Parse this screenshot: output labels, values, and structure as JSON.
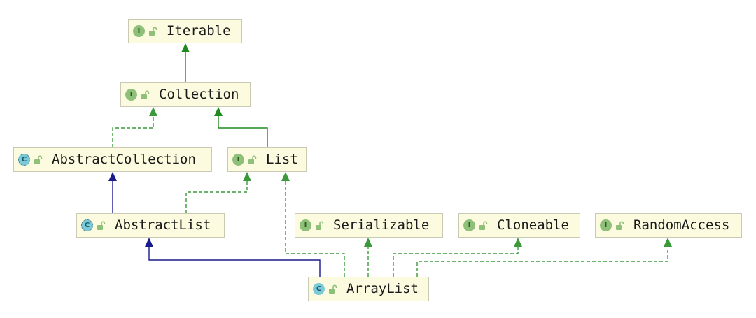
{
  "nodes": [
    {
      "id": "iterable",
      "name": "Iterable",
      "kind": "interface",
      "badge": "I"
    },
    {
      "id": "collection",
      "name": "Collection",
      "kind": "interface",
      "badge": "I"
    },
    {
      "id": "abstract_collection",
      "name": "AbstractCollection",
      "kind": "abstract-class",
      "badge": "C"
    },
    {
      "id": "list",
      "name": "List",
      "kind": "interface",
      "badge": "I"
    },
    {
      "id": "abstract_list",
      "name": "AbstractList",
      "kind": "abstract-class",
      "badge": "C"
    },
    {
      "id": "serializable",
      "name": "Serializable",
      "kind": "interface",
      "badge": "I"
    },
    {
      "id": "cloneable",
      "name": "Cloneable",
      "kind": "interface",
      "badge": "I"
    },
    {
      "id": "random_access",
      "name": "RandomAccess",
      "kind": "interface",
      "badge": "I"
    },
    {
      "id": "array_list",
      "name": "ArrayList",
      "kind": "class",
      "badge": "C"
    }
  ],
  "edges": [
    {
      "from": "collection",
      "to": "iterable",
      "type": "extends-interface"
    },
    {
      "from": "abstract_collection",
      "to": "collection",
      "type": "implements"
    },
    {
      "from": "list",
      "to": "collection",
      "type": "extends-interface"
    },
    {
      "from": "abstract_list",
      "to": "abstract_collection",
      "type": "extends-class"
    },
    {
      "from": "abstract_list",
      "to": "list",
      "type": "implements"
    },
    {
      "from": "array_list",
      "to": "abstract_list",
      "type": "extends-class"
    },
    {
      "from": "array_list",
      "to": "list",
      "type": "implements"
    },
    {
      "from": "array_list",
      "to": "serializable",
      "type": "implements"
    },
    {
      "from": "array_list",
      "to": "cloneable",
      "type": "implements"
    },
    {
      "from": "array_list",
      "to": "random_access",
      "type": "implements"
    }
  ],
  "colors": {
    "implements": "#3a9a3a",
    "extends_interface": "#1e8a1e",
    "extends_class": "#1a1a8c",
    "node_fill": "#fcfbe0",
    "node_border": "#c9c9b4"
  }
}
